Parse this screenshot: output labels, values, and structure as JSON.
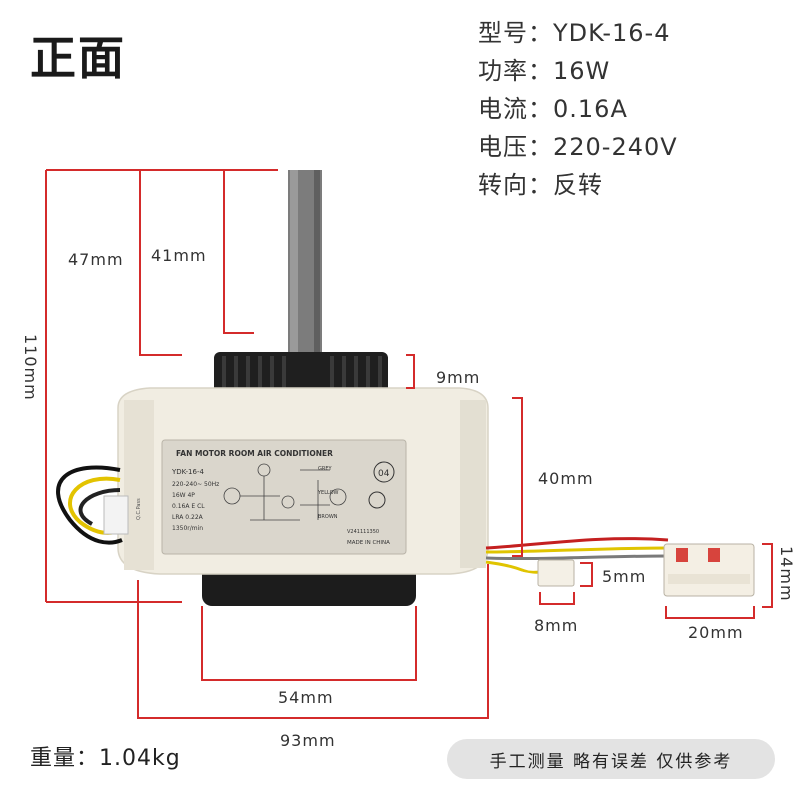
{
  "view_title": "正面",
  "specs": [
    {
      "label": "型号",
      "value": "YDK-16-4"
    },
    {
      "label": "功率",
      "value": "16W"
    },
    {
      "label": "电流",
      "value": "0.16A"
    },
    {
      "label": "电压",
      "value": "220-240V"
    },
    {
      "label": "转向",
      "value": "反转"
    }
  ],
  "dimensions": {
    "overall_height": "110mm",
    "to_shaft_base": "47mm",
    "shaft_length": "41mm",
    "hub_height": "9mm",
    "body_height": "40mm",
    "connector_small_height": "5mm",
    "connector_small_width": "8mm",
    "connector_large_height": "14mm",
    "connector_large_width": "20mm",
    "base_diameter": "54mm",
    "body_diameter": "93mm"
  },
  "label_text": {
    "heading": "FAN MOTOR ROOM AIR CONDITIONER",
    "model": "YDK-16-4",
    "rating_line1": "220-240~  50Hz",
    "rating_line2": "16W   4P",
    "rating_line3": "0.16A  E CL",
    "rating_line4": "LRA  0.22A",
    "rating_line5": "1350r/min",
    "made_in": "MADE IN CHINA",
    "serial": "V241111350",
    "grey": "GREY",
    "yellow": "YELLOW",
    "brown": "BROWN",
    "badge": "04",
    "side_label": "Q.C.Pass"
  },
  "weight": {
    "label": "重量",
    "value": "1.04kg"
  },
  "note": "手工测量 略有误差 仅供参考",
  "colors": {
    "dimension_line": "#d42b2b",
    "motor_body": "#f1ede2",
    "hub": "#1f1f1f",
    "shaft": "#7c7c7c"
  }
}
